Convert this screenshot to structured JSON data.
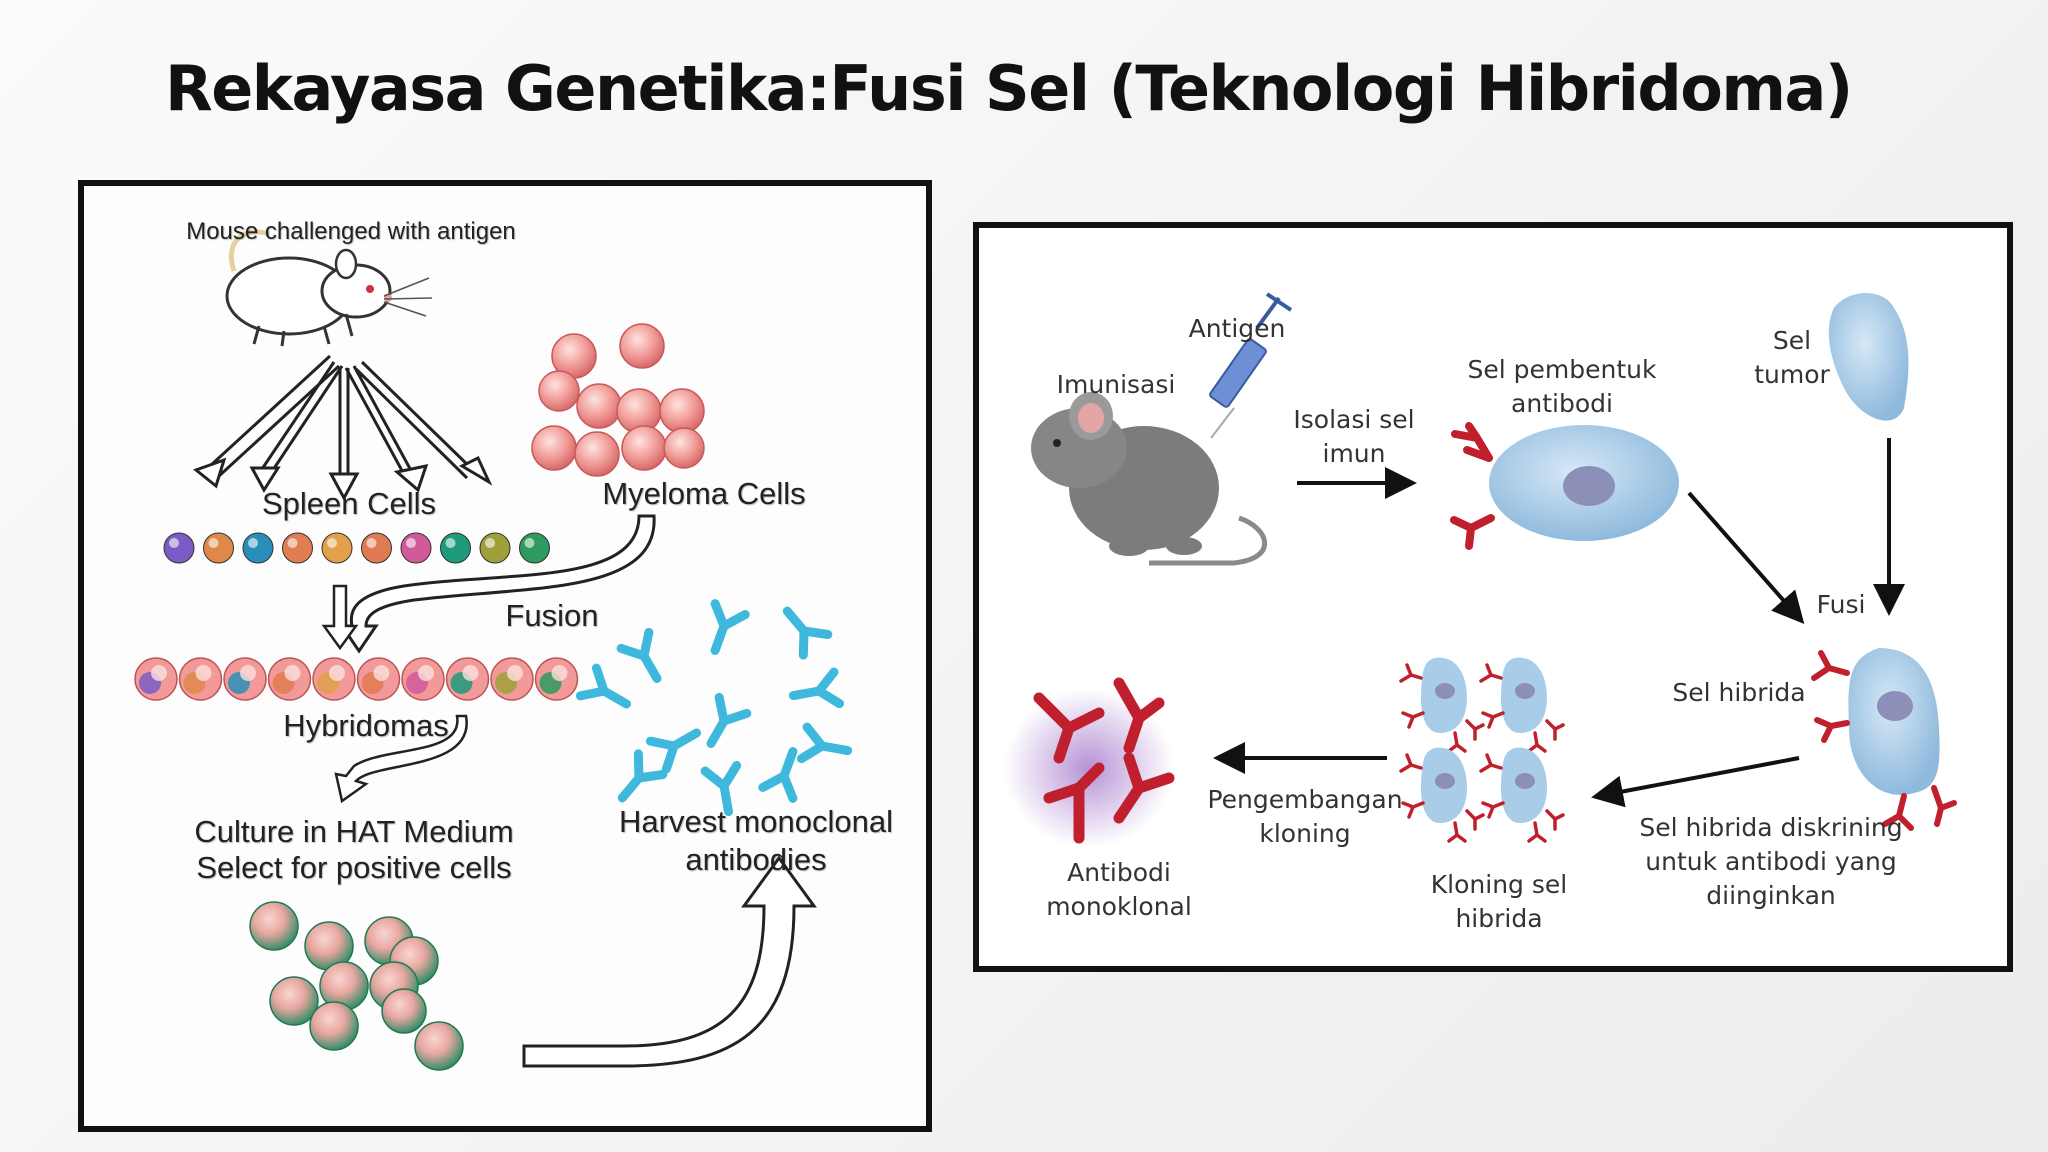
{
  "title": "Rekayasa Genetika:Fusi Sel (Teknologi Hibridoma)",
  "left_diagram": {
    "mouse_label": "Mouse challenged with antigen",
    "spleen_label": "Spleen Cells",
    "myeloma_label": "Myeloma Cells",
    "fusion_label": "Fusion",
    "hybridomas_label": "Hybridomas",
    "culture_line1": "Culture in HAT Medium",
    "culture_line2": "Select for positive cells",
    "harvest_line1": "Harvest monoclonal",
    "harvest_line2": "antibodies",
    "spleen_cell_colors": [
      "#7b5cc4",
      "#e0884a",
      "#2a8fb8",
      "#e07d52",
      "#e2a04a",
      "#e07a52",
      "#d15a9a",
      "#1f9a7a",
      "#a0a03a",
      "#2f9a5e"
    ],
    "hybridoma_colors": [
      "#7b5cc4",
      "#e0884a",
      "#2a8fb8",
      "#e07d52",
      "#e2a04a",
      "#e07a52",
      "#d15a9a",
      "#1f9a7a",
      "#a0a03a",
      "#2f9a5e"
    ],
    "colors": {
      "myeloma": "#f29a9a",
      "antibody": "#3fb8dd",
      "culture_green": "#2e9a6e"
    }
  },
  "right_diagram": {
    "immunization": "Imunisasi",
    "antigen": "Antigen",
    "isolation_line1": "Isolasi sel",
    "isolation_line2": "imun",
    "antibody_cell_line1": "Sel pembentuk",
    "antibody_cell_line2": "antibodi",
    "tumor_line1": "Sel",
    "tumor_line2": "tumor",
    "fusion": "Fusi",
    "hybrid_cell": "Sel hibrida",
    "screened_line1": "Sel hibrida diskrining",
    "screened_line2": "untuk antibodi yang",
    "screened_line3": "diinginkan",
    "cloning_line1": "Kloning sel",
    "cloning_line2": "hibrida",
    "development_line1": "Pengembangan",
    "development_line2": "kloning",
    "monoclonal_line1": "Antibodi",
    "monoclonal_line2": "monoklonal",
    "colors": {
      "cell": "#a9cde8",
      "antibody": "#c0202e",
      "mouse": "#7a7a7a",
      "arrow": "#111111"
    }
  }
}
